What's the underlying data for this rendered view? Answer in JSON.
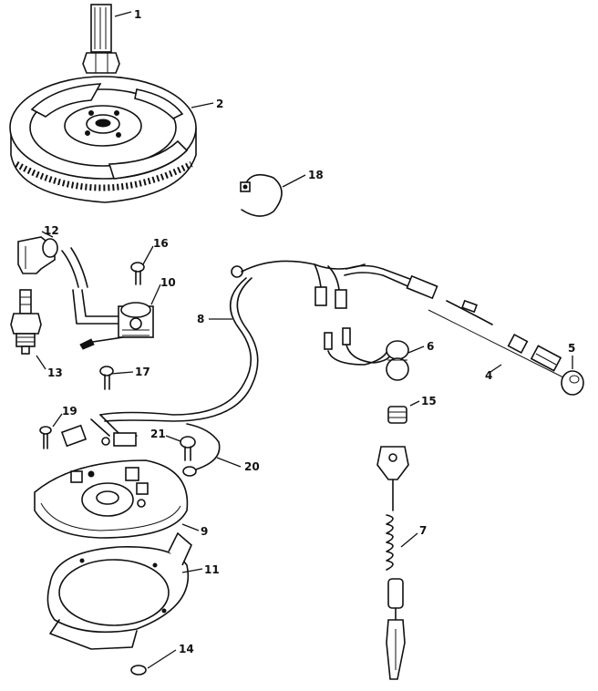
{
  "callouts": [
    {
      "num": "1"
    },
    {
      "num": "2"
    },
    {
      "num": "4"
    },
    {
      "num": "5"
    },
    {
      "num": "6"
    },
    {
      "num": "7"
    },
    {
      "num": "8"
    },
    {
      "num": "9"
    },
    {
      "num": "10"
    },
    {
      "num": "11"
    },
    {
      "num": "12"
    },
    {
      "num": "13"
    },
    {
      "num": "14"
    },
    {
      "num": "15"
    },
    {
      "num": "16"
    },
    {
      "num": "17"
    },
    {
      "num": "18"
    },
    {
      "num": "19"
    },
    {
      "num": "20"
    },
    {
      "num": "21"
    }
  ]
}
